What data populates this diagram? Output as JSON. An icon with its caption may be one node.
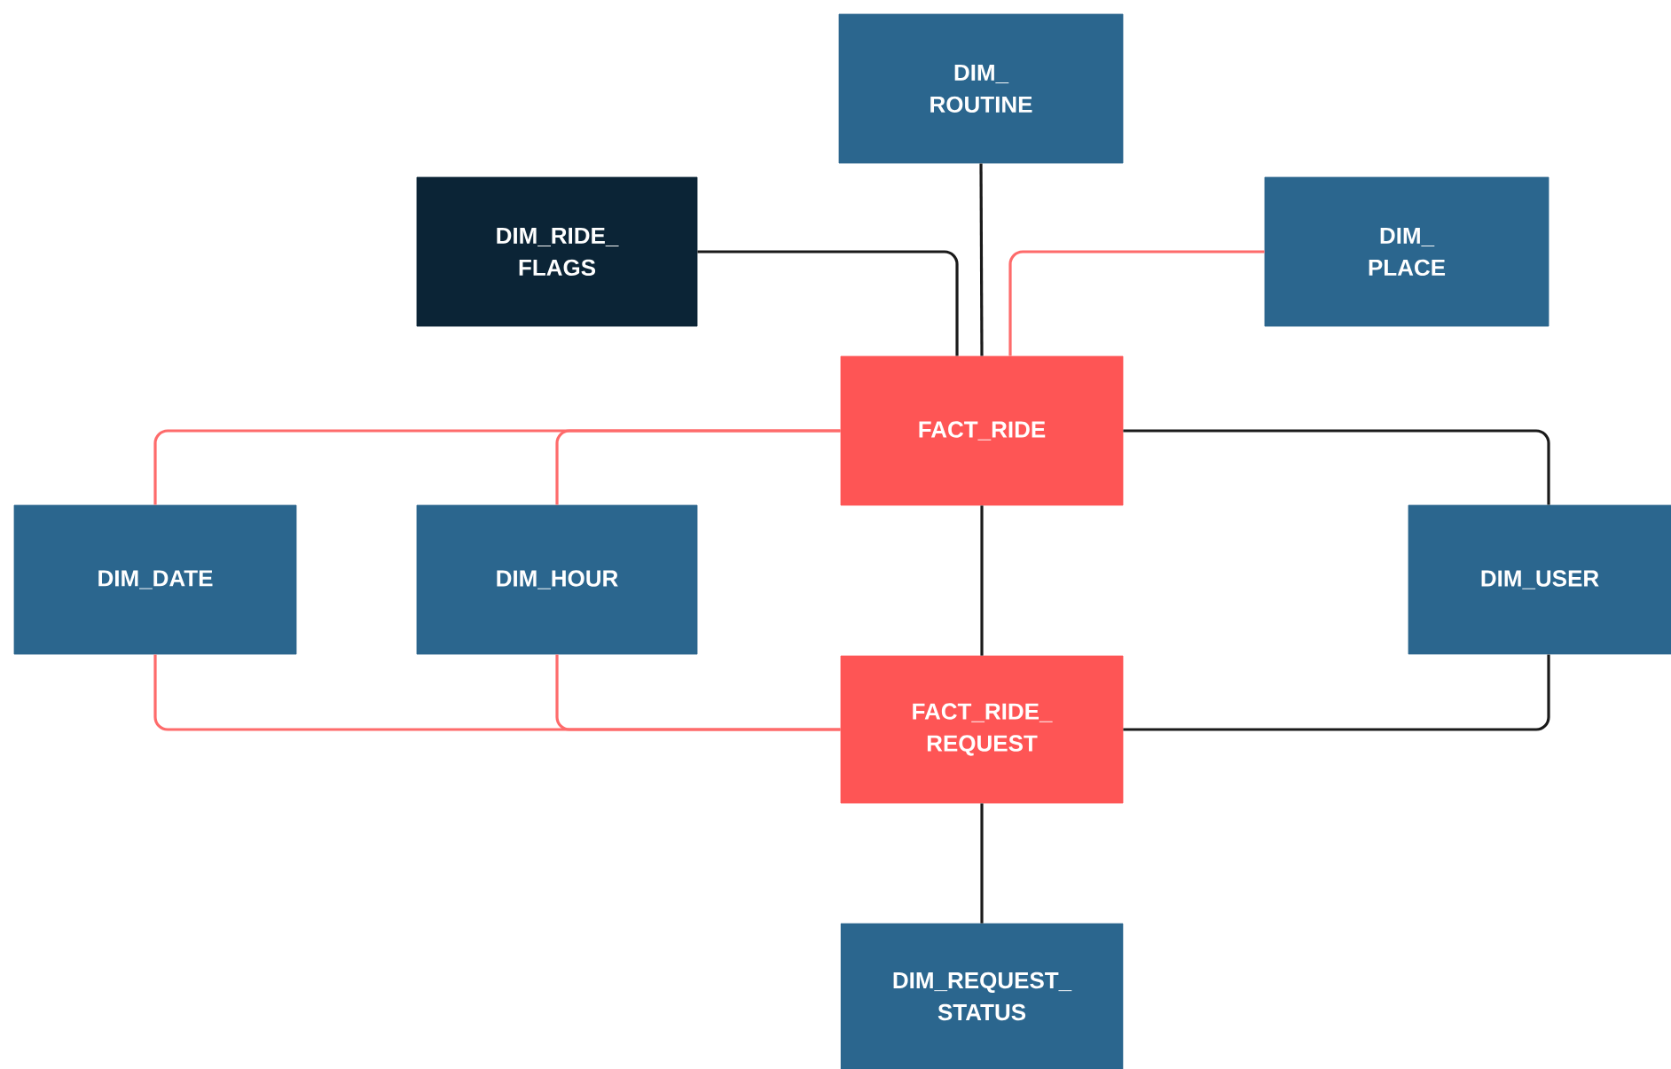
{
  "diagram": {
    "nodes": [
      {
        "text": [
          "DIM_ ROUTINE"
        ]
      },
      {
        "text": [
          "DIM_RIDE_ FLAGS"
        ]
      },
      {
        "text": [
          "DIM_ PLACE"
        ]
      },
      {
        "text": [
          "FACT_RIDE"
        ]
      },
      {
        "text": [
          "DIM_DATE"
        ]
      },
      {
        "text": [
          "DIM_HOUR"
        ]
      },
      {
        "text": [
          "DIM_USER"
        ]
      },
      {
        "text": [
          "FACT_RIDE_ REQUEST"
        ]
      },
      {
        "text": [
          "DIM_REQUEST_ STATUS"
        ]
      }
    ],
    "edges": [
      {
        "from": 0,
        "to": 3,
        "arrow": "none"
      },
      {
        "from": 1,
        "to": 3,
        "arrow": "none"
      },
      {
        "from": 2,
        "to": 3,
        "arrow": "none",
        "color": "#fe6b6b"
      },
      {
        "from": 3,
        "to": 4,
        "arrow": "none",
        "color": "#fe6b6b"
      },
      {
        "from": 3,
        "to": 5,
        "arrow": "none",
        "color": "#fe6b6b"
      },
      {
        "from": 3,
        "to": 6,
        "arrow": "none"
      },
      {
        "from": 3,
        "to": 7,
        "arrow": "none"
      },
      {
        "from": 4,
        "to": 7,
        "arrow": "none",
        "color": "#fe6b6b"
      },
      {
        "from": 5,
        "to": 7,
        "arrow": "none",
        "color": "#fe6b6b"
      },
      {
        "from": 6,
        "to": 7,
        "arrow": "none"
      },
      {
        "from": 7,
        "to": 8,
        "arrow": "none"
      }
    ]
  }
}
